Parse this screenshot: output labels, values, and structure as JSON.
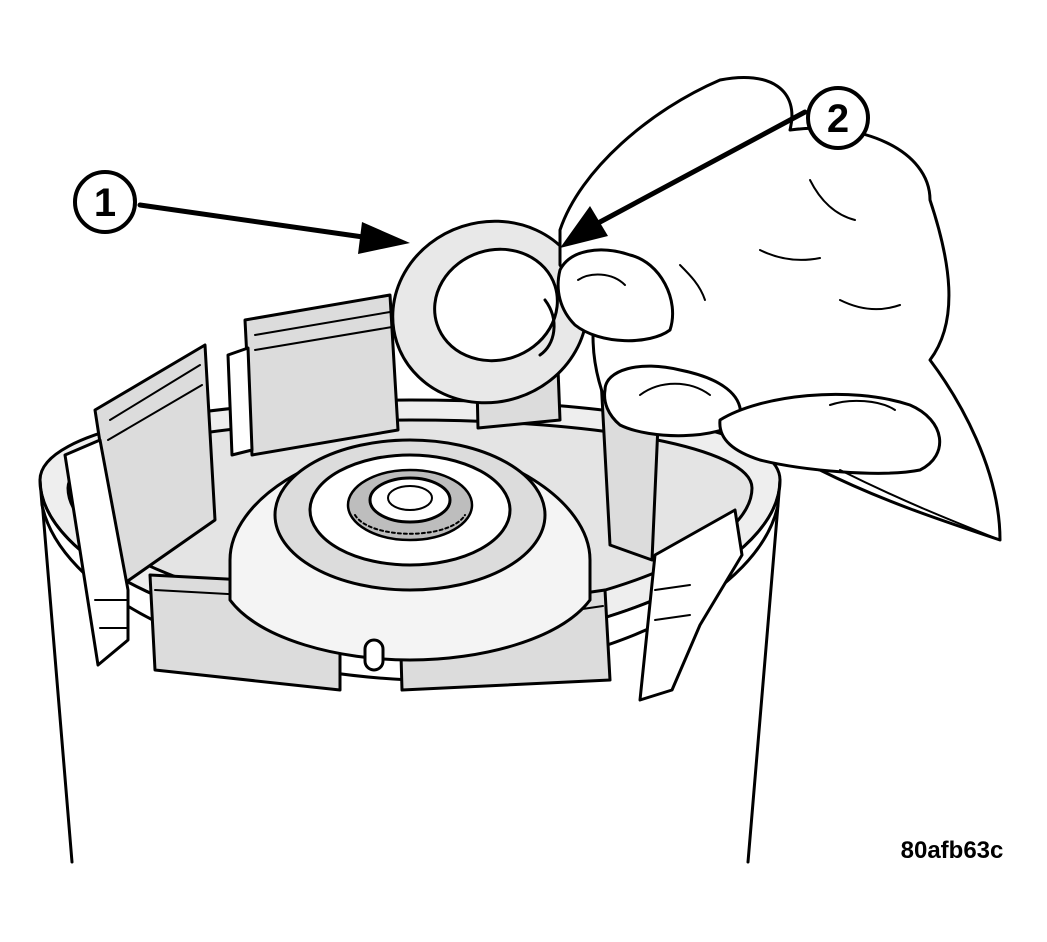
{
  "callouts": [
    {
      "id": "1"
    },
    {
      "id": "2"
    }
  ],
  "figure_id": "80afb63c"
}
